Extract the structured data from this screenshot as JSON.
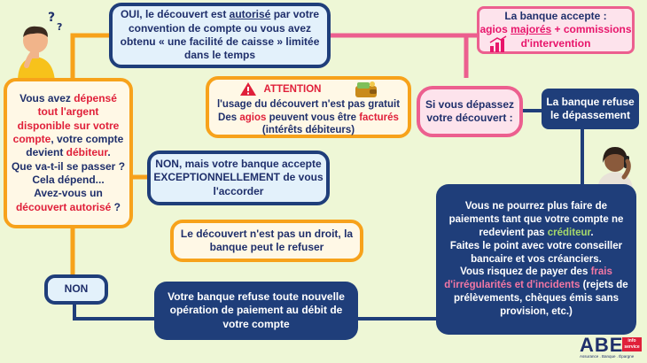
{
  "colors": {
    "background": "#eef7d6",
    "navy": "#1f3e7a",
    "orange": "#f7a21b",
    "pink": "#ec5f8f",
    "red": "#e0203a",
    "magenta": "#e8156b",
    "green": "#6a9e2a"
  },
  "icons": {
    "thinking_person": "thinking-person-icon",
    "warning": "warning-icon",
    "wallet": "wallet-icon",
    "coins": "coins-icon",
    "advisor": "advisor-on-phone-icon"
  },
  "main_question": {
    "l1a": "Vous avez ",
    "l1b": "dépensé",
    "l2": "tout l'argent",
    "l3": "disponible sur votre",
    "l4a": "compte",
    "l4b": ", votre compte",
    "l5": "devient ",
    "l5b": "débiteur",
    "l5c": ".",
    "l6": "Que va-t-il se passer ?",
    "l7": "Cela dépend...",
    "l8": "Avez-vous un",
    "l9a": "découvert autorisé",
    "l9b": " ?"
  },
  "oui_box": {
    "l1a": "OUI, le découvert est ",
    "l1b": "autorisé",
    "l1c": " par votre",
    "l2": "convention de compte ou vous avez",
    "l3": "obtenu « une facilité de caisse  » limitée",
    "l4": "dans le temps"
  },
  "attention_box": {
    "title": "ATTENTION",
    "l1": "l'usage du découvert n'est pas gratuit",
    "l2a": "Des ",
    "l2b": "agios",
    "l2c": " peuvent vous être ",
    "l2d": "facturés",
    "l3": "(intérêts débiteurs)"
  },
  "depassement_box": {
    "l1": "Si vous dépassez",
    "l2": "votre découvert :"
  },
  "accepte_box": {
    "l1": "La banque accepte :",
    "l2a": "agios ",
    "l2b": "majorés",
    "l2c": " + commissions",
    "l3": "d'intervention"
  },
  "refuse_box": {
    "l1": "La banque refuse",
    "l2": "le dépassement"
  },
  "exceptionnel_box": {
    "l1": "NON, mais votre banque accepte",
    "l2": "EXCEPTIONNELLEMENT de vous",
    "l3": "l'accorder"
  },
  "droit_box": {
    "l1": "Le découvert n'est pas un droit, la",
    "l2": "banque peut le refuser"
  },
  "non_box": {
    "label": "NON"
  },
  "refus_total_box": {
    "l1": "Votre banque refuse toute nouvelle",
    "l2": "opération de paiement au débit de",
    "l3": "votre compte"
  },
  "consequences_box": {
    "l1": "Vous ne pourrez plus faire de",
    "l2": "paiements tant que votre compte ne",
    "l3a": "redevient pas ",
    "l3b": "créditeur",
    "l3c": ".",
    "l4": "Faites le point avec votre conseiller",
    "l5": "bancaire et vos créanciers.",
    "l6a": "Vous risquez de payer des ",
    "l6b": "frais",
    "l7a": "d'irrégularités et d'incidents",
    "l7b": " (rejets de",
    "l8": "prélèvements, chèques émis sans",
    "l9": "provision, etc.)"
  },
  "logo": {
    "name": "ABE",
    "badge_l1": "info",
    "badge_l2": "service",
    "tagline": "Assurance . Banque . Épargne"
  }
}
